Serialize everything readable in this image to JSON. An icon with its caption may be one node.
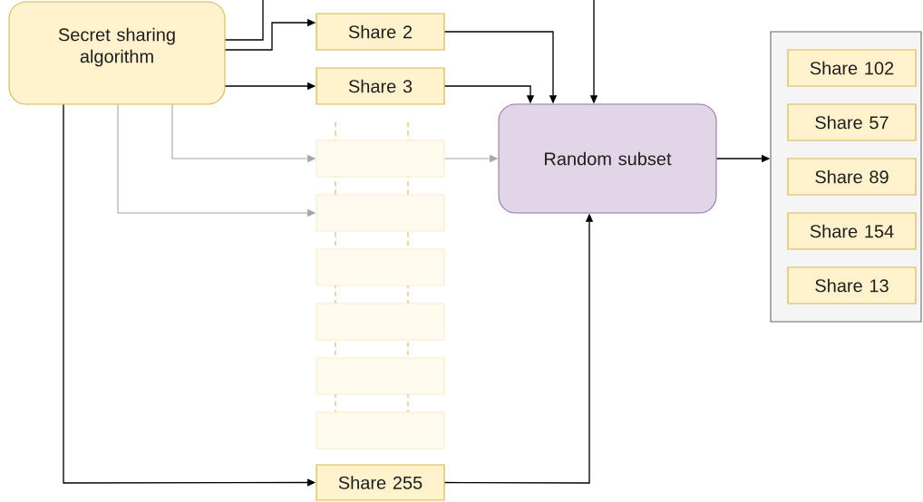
{
  "diagram": {
    "nodes": [
      {
        "text": [
          "Secret sharing algorithm"
        ]
      },
      {
        "text": [
          "Share 2"
        ]
      },
      {
        "text": [
          "Share 3"
        ]
      },
      {
        "text": [],
        "shape": "box"
      },
      {
        "text": [],
        "shape": "box"
      },
      {
        "text": [],
        "shape": "box"
      },
      {
        "text": [],
        "shape": "box"
      },
      {
        "text": [],
        "shape": "box"
      },
      {
        "text": [],
        "shape": "box"
      },
      {
        "text": [
          "Share 255"
        ]
      },
      {
        "text": [
          "Random subset"
        ]
      },
      {
        "text": [],
        "shape": "box"
      },
      {
        "text": [
          "Share 102"
        ],
        "in": 11
      },
      {
        "text": [
          "Share 57"
        ],
        "in": 11
      },
      {
        "text": [
          "Share 89"
        ],
        "in": 11
      },
      {
        "text": [
          "Share 154"
        ],
        "in": 11
      },
      {
        "text": [
          "Share 13"
        ],
        "in": 11
      }
    ],
    "edges": [
      {
        "from": 0,
        "to": 1,
        "arrow": "to"
      },
      {
        "from": 0,
        "to": 2,
        "arrow": "to"
      },
      {
        "from": 0,
        "to": 3,
        "arrow": "to",
        "color": "#a6a6a6"
      },
      {
        "from": 0,
        "to": 4,
        "arrow": "to",
        "color": "#a6a6a6"
      },
      {
        "from": 0,
        "to": 9,
        "arrow": "to"
      },
      {
        "from": 0,
        "to": null,
        "arrow": "none"
      },
      {
        "from": 1,
        "to": 10,
        "arrow": "to"
      },
      {
        "from": 2,
        "to": 10,
        "arrow": "to"
      },
      {
        "from": 3,
        "to": 10,
        "arrow": "to",
        "color": "#a6a6a6"
      },
      {
        "from": 9,
        "to": 10,
        "arrow": "to"
      },
      {
        "from": null,
        "to": 10,
        "arrow": "to"
      },
      {
        "from": 10,
        "to": 11,
        "arrow": "to"
      }
    ]
  }
}
